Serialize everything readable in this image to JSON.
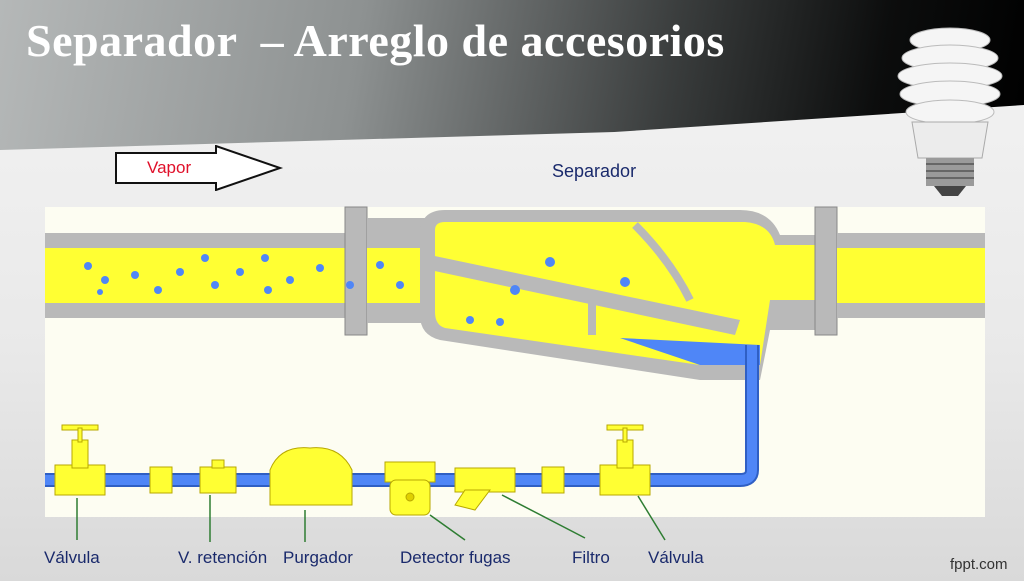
{
  "title": "Separador  – Arreglo de accesorios",
  "flow_label": "Vapor",
  "separator_label": "Separador",
  "components": [
    {
      "label": "Válvula"
    },
    {
      "label": "V. retención"
    },
    {
      "label": "Purgador"
    },
    {
      "label": "Detector fugas"
    },
    {
      "label": "Filtro"
    },
    {
      "label": "Válvula"
    }
  ],
  "brand": "fppt.com",
  "colors": {
    "steam": "#ffff33",
    "condensate": "#4f86f7",
    "pipe": "#b9b9b9",
    "label": "#1a2a6c",
    "arrow": "#2e7d32"
  }
}
